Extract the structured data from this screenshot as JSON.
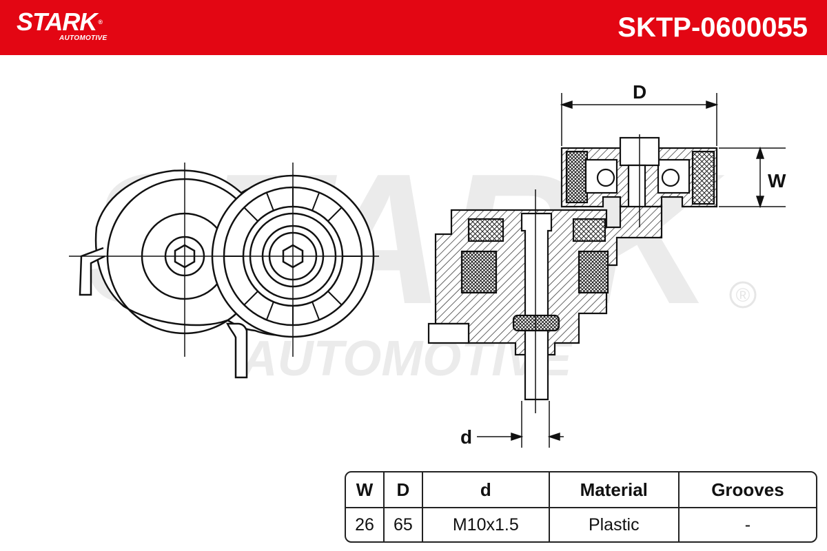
{
  "header": {
    "brand": "STARK",
    "brand_reg": "®",
    "brand_sub": "AUTOMOTIVE",
    "part_number": "SKTP-0600055",
    "bar_color": "#e30613"
  },
  "watermark": {
    "brand": "STARK",
    "sub": "AUTOMOTIVE",
    "reg": "®"
  },
  "drawing": {
    "dimension_labels": {
      "D": "D",
      "W": "W",
      "d": "d"
    }
  },
  "specs": {
    "headers": [
      "W",
      "D",
      "d",
      "Material",
      "Grooves"
    ],
    "values": [
      "26",
      "65",
      "M10x1.5",
      "Plastic",
      "-"
    ]
  }
}
